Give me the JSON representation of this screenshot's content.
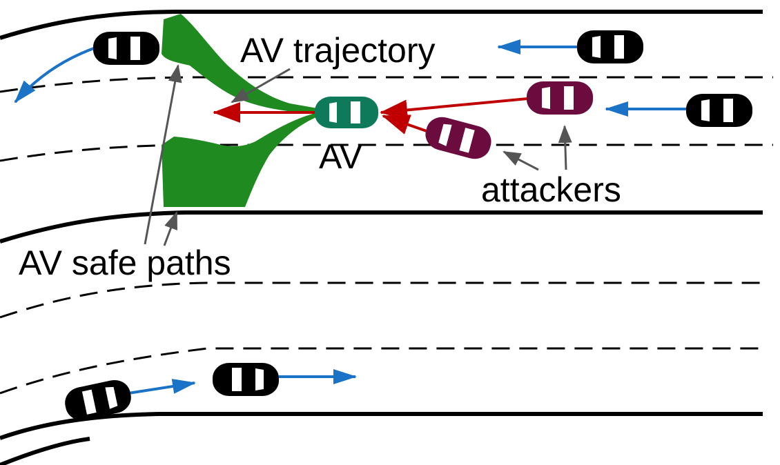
{
  "labels": {
    "av_trajectory": "AV trajectory",
    "av": "AV",
    "attackers": "attackers",
    "av_safe_paths": "AV safe paths"
  },
  "colors": {
    "road_edge": "#000000",
    "lane_marking": "#000000",
    "safe_paths": "#1f8a1f",
    "av_car": "#0e7a5a",
    "attacker_car": "#6b0b3e",
    "traffic_car": "#000000",
    "traffic_arrow": "#1a73c6",
    "attack_arrow": "#c00000",
    "pointer_arrow": "#555555"
  },
  "icons": {
    "av": "car-icon",
    "attackers": "car-icon",
    "traffic": "car-icon"
  }
}
